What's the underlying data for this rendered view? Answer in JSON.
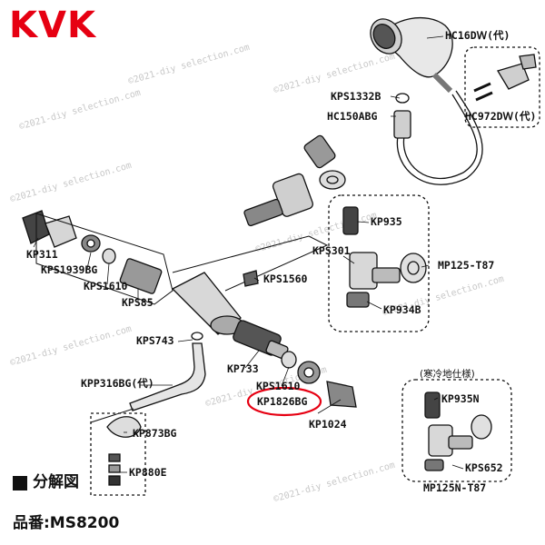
{
  "brand": "KVK",
  "section_title": "分解図",
  "model_number": "品番:MS8200",
  "watermark_text": "©2021-diy selection.com",
  "cold_region_note": "(寒冷地仕様)",
  "highlight_color": "#e60012",
  "parts": {
    "hc16dw": "HC16DＷ(代)",
    "kps1332b": "KPS1332B",
    "hc150abg": "HC150ABG",
    "hc972dw": "HC972DＷ(代)",
    "kp935": "KP935",
    "kps301": "KPS301",
    "mp125t87": "MP125-T87",
    "kp934b": "KP934B",
    "kp311": "KP311",
    "kps1939bg": "KPS1939BG",
    "kps1610_left": "KPS1610",
    "kps85": "KPS85",
    "kps1560": "KPS1560",
    "kps743": "KPS743",
    "kp733": "KP733",
    "kpp316bg": "KPP316BG(代)",
    "kps1610_right": "KPS1610",
    "kp1826bg": "KP1826BG",
    "kp1024": "KP1024",
    "kp873bg": "KP873BG",
    "kp880e": "KP880E",
    "kp935n": "KP935N",
    "kps652": "KPS652",
    "mp125nt87": "MP125N-T87"
  }
}
